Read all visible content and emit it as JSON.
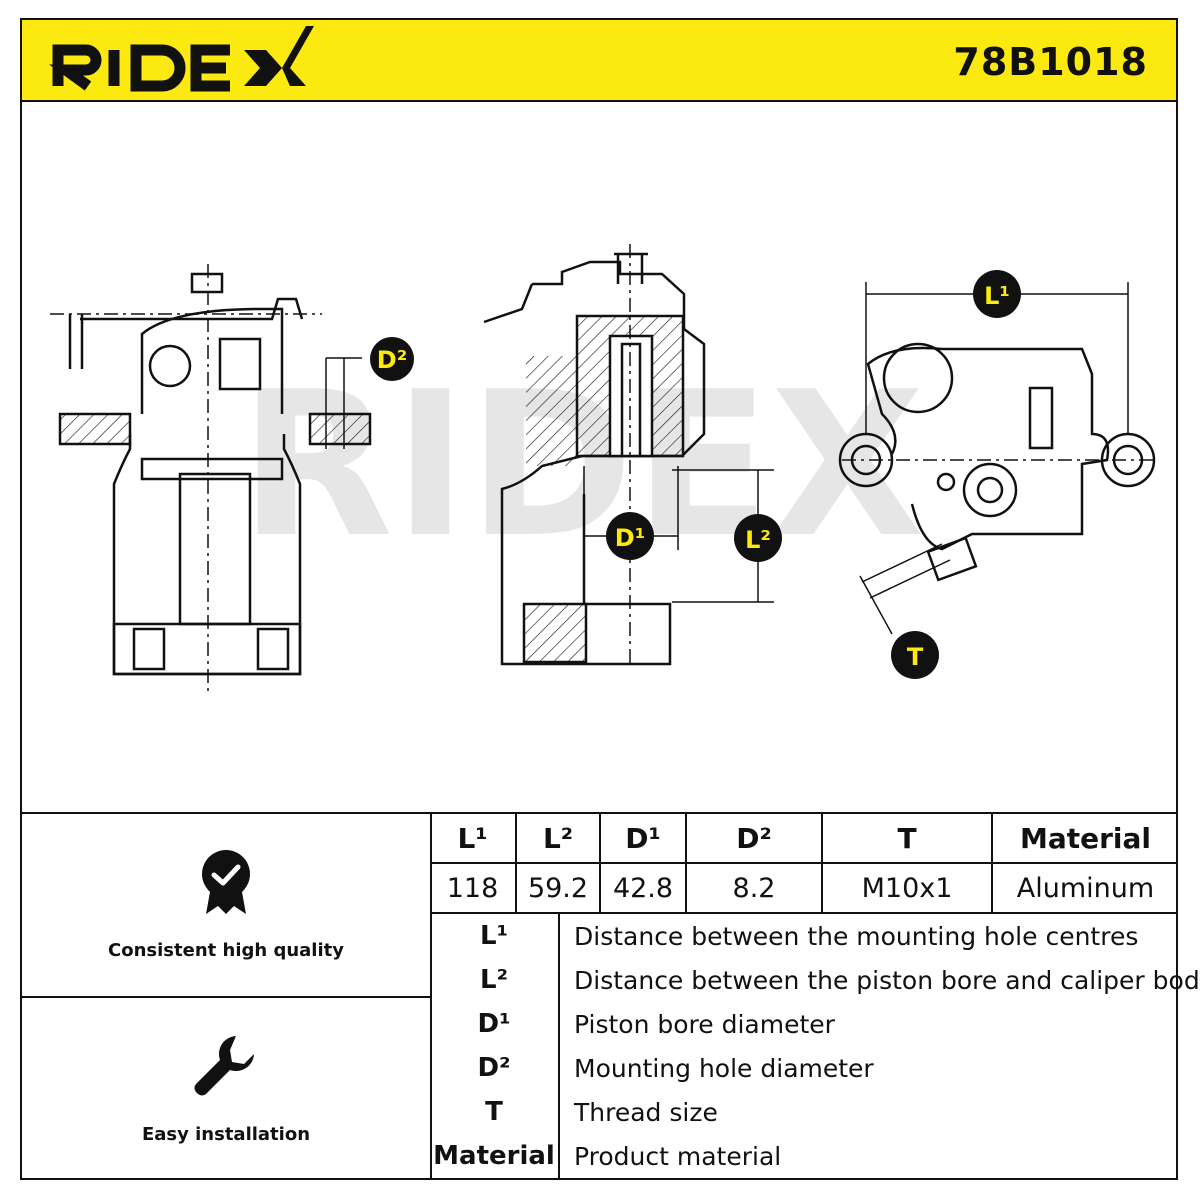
{
  "header": {
    "brand": "RIDEX",
    "part_number": "78B1018"
  },
  "colors": {
    "brand_yellow": "#fbe90f",
    "ink": "#111111"
  },
  "drawing": {
    "callouts": {
      "L1": "L¹",
      "L2": "L²",
      "D1": "D¹",
      "D2": "D²",
      "T": "T"
    },
    "watermark": "RIDEX"
  },
  "badges": [
    {
      "icon": "quality-badge-icon",
      "label": "Consistent high quality"
    },
    {
      "icon": "wrench-icon",
      "label": "Easy installation"
    }
  ],
  "specs": {
    "headers": [
      "L¹",
      "L²",
      "D¹",
      "D²",
      "T",
      "Material"
    ],
    "values": [
      "118",
      "59.2",
      "42.8",
      "8.2",
      "M10x1",
      "Aluminum"
    ]
  },
  "legend": [
    {
      "key": "L¹",
      "desc": "Distance between the mounting hole centres"
    },
    {
      "key": "L²",
      "desc": "Distance between the piston bore and caliper body"
    },
    {
      "key": "D¹",
      "desc": "Piston bore diameter"
    },
    {
      "key": "D²",
      "desc": "Mounting hole diameter"
    },
    {
      "key": "T",
      "desc": "Thread size"
    },
    {
      "key": "Material",
      "desc": "Product material"
    }
  ]
}
